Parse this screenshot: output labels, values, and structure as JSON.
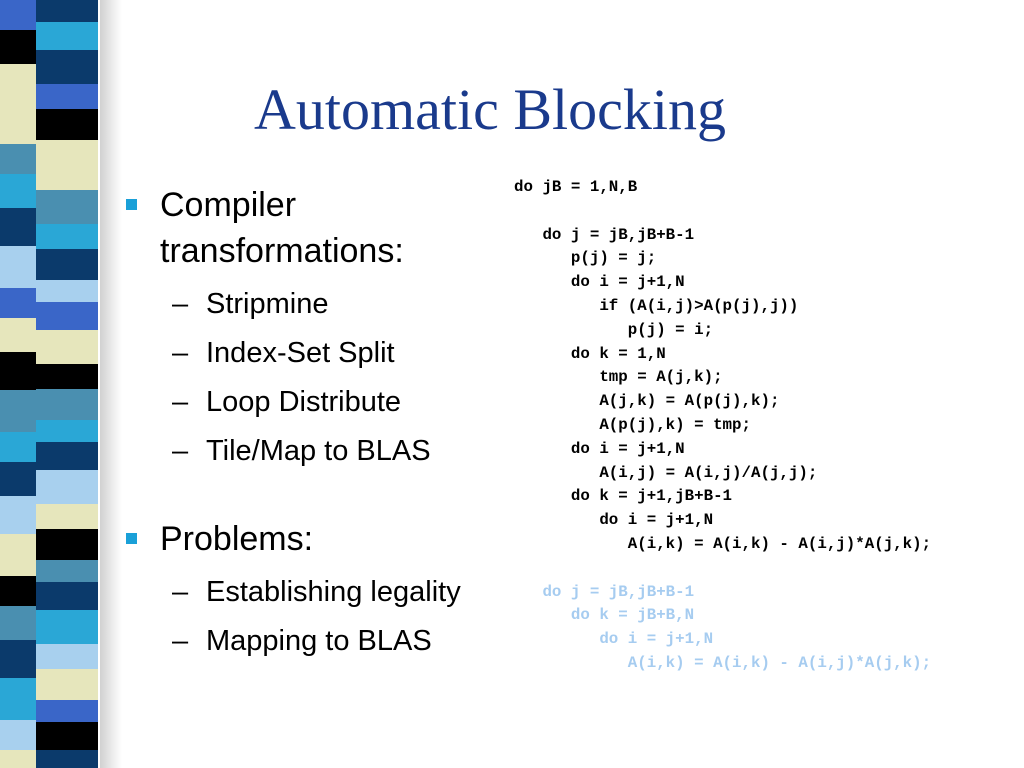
{
  "slide": {
    "title": "Automatic Blocking",
    "bullets": [
      {
        "text": "Compiler transformations:",
        "subitems": [
          "Stripmine",
          "Index-Set Split",
          "Loop Distribute",
          "Tile/Map to BLAS"
        ]
      },
      {
        "text": "Problems:",
        "subitems": [
          "Establishing legality",
          "Mapping to BLAS"
        ]
      }
    ],
    "code": {
      "main": [
        {
          "indent": 0,
          "text": "do jB = 1,N,B"
        },
        {
          "indent": -1,
          "text": ""
        },
        {
          "indent": 1,
          "text": "do j = jB,jB+B-1"
        },
        {
          "indent": 2,
          "text": "p(j) = j;"
        },
        {
          "indent": 2,
          "text": "do i = j+1,N"
        },
        {
          "indent": 3,
          "text": "if (A(i,j)>A(p(j),j))"
        },
        {
          "indent": 4,
          "text": "p(j) = i;"
        },
        {
          "indent": 2,
          "text": "do k = 1,N"
        },
        {
          "indent": 3,
          "text": "tmp = A(j,k);"
        },
        {
          "indent": 3,
          "text": "A(j,k) = A(p(j),k);"
        },
        {
          "indent": 3,
          "text": "A(p(j),k) = tmp;"
        },
        {
          "indent": 2,
          "text": "do i = j+1,N"
        },
        {
          "indent": 3,
          "text": "A(i,j) = A(i,j)/A(j,j);"
        },
        {
          "indent": 2,
          "text": "do k = j+1,jB+B-1"
        },
        {
          "indent": 3,
          "text": "do i = j+1,N"
        },
        {
          "indent": 4,
          "text": "A(i,k) = A(i,k) - A(i,j)*A(j,k);"
        }
      ],
      "highlighted": [
        {
          "indent": 1,
          "text": "do j = jB,jB+B-1"
        },
        {
          "indent": 2,
          "text": "do k = jB+B,N"
        },
        {
          "indent": 3,
          "text": "do i = j+1,N"
        },
        {
          "indent": 4,
          "text": "A(i,k) = A(i,k) - A(i,j)*A(j,k);"
        }
      ]
    },
    "colors": {
      "title": "#1a3a8c",
      "bullet_marker": "#1aa0d8",
      "code_text": "#000000",
      "code_highlight": "#a6ccf0",
      "stripe_palette": [
        "#0b3a6b",
        "#2aa7d6",
        "#4a8fb0",
        "#e6e6bc",
        "#000000",
        "#3a66c8",
        "#a8d0ee"
      ]
    }
  }
}
